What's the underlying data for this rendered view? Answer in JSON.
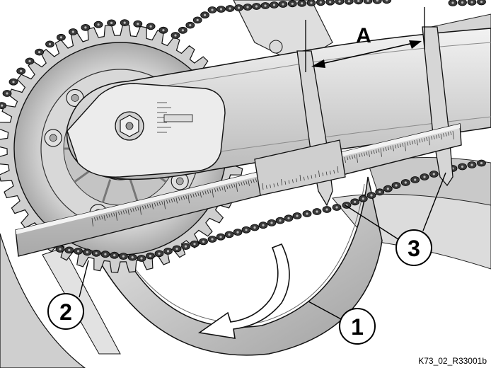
{
  "dimension_label": "A",
  "callouts": [
    {
      "id": "wheel",
      "label": "1"
    },
    {
      "id": "chain",
      "label": "2"
    },
    {
      "id": "caliper-tips",
      "label": "3"
    }
  ],
  "figure_code": "K73_02_R33001b",
  "colors": {
    "outline": "#111111",
    "metal_light": "#e6e6e6",
    "metal_mid": "#bdbdbd",
    "metal_dark": "#7d7d7d",
    "chain": "#3a3a3a",
    "background": "#ffffff"
  }
}
